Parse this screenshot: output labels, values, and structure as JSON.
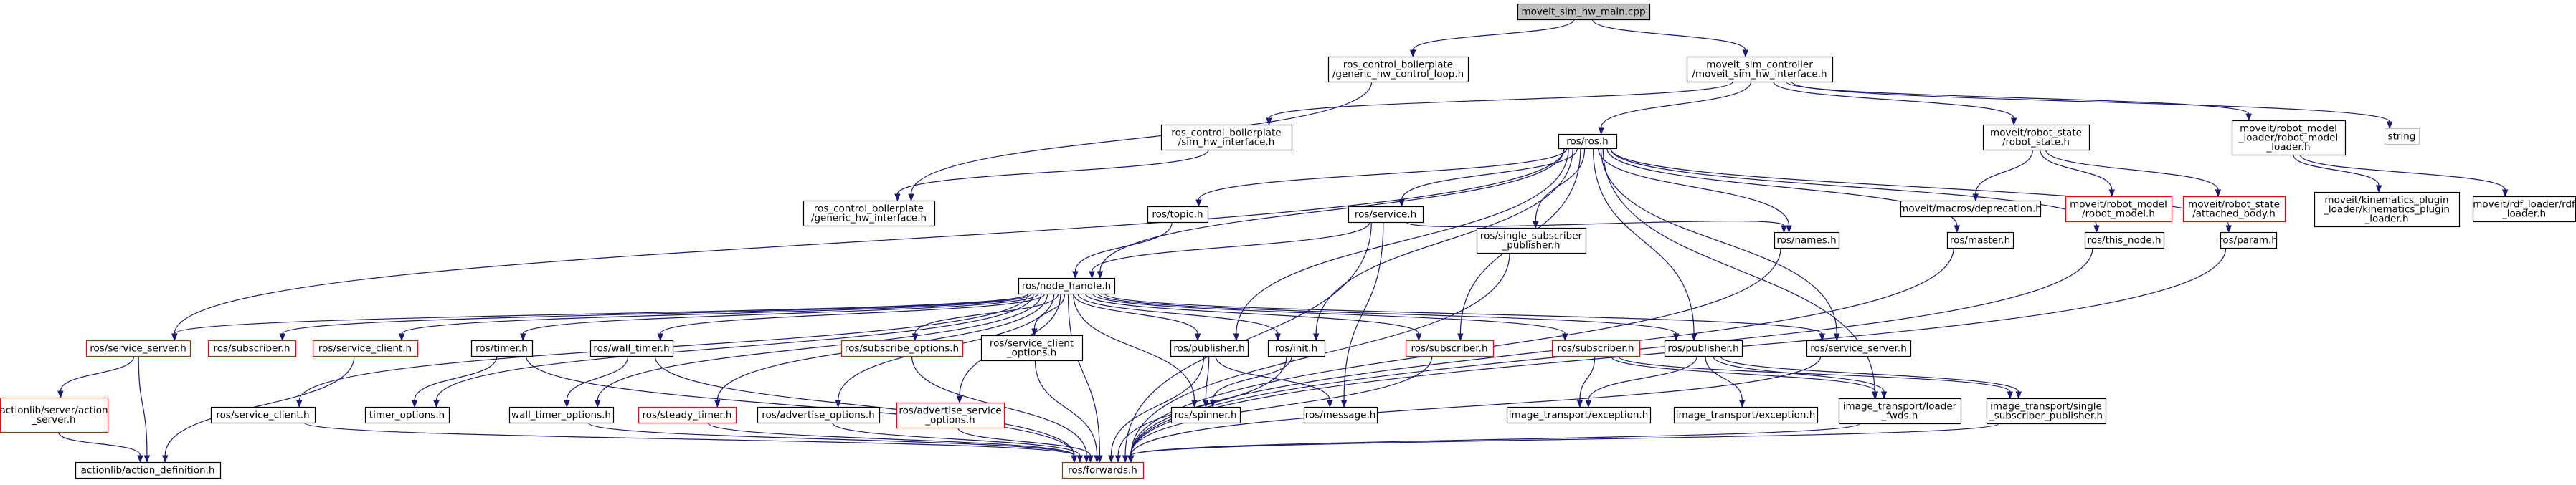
{
  "colors": {
    "edge": "#191970",
    "root_fill": "#bfbfbf",
    "root_border": "#000000",
    "normal_border": "#000000",
    "missing_border": "#ff0000",
    "external_border": "#bfbfbf",
    "node_fill": "#ffffff"
  },
  "nodes": [
    {
      "id": "main",
      "lines": [
        "moveit_sim_hw_main.cpp"
      ],
      "kind": "root"
    },
    {
      "id": "gcl",
      "lines": [
        "ros_control_boilerplate",
        "/generic_hw_control_loop.h"
      ],
      "kind": "normal"
    },
    {
      "id": "mshi",
      "lines": [
        "moveit_sim_controller",
        "/moveit_sim_hw_interface.h"
      ],
      "kind": "normal"
    },
    {
      "id": "shi",
      "lines": [
        "ros_control_boilerplate",
        "/sim_hw_interface.h"
      ],
      "kind": "normal"
    },
    {
      "id": "ghi",
      "lines": [
        "ros_control_boilerplate",
        "/generic_hw_interface.h"
      ],
      "kind": "normal"
    },
    {
      "id": "ros",
      "lines": [
        "ros/ros.h"
      ],
      "kind": "normal"
    },
    {
      "id": "rstate",
      "lines": [
        "moveit/robot_state",
        "/robot_state.h"
      ],
      "kind": "normal"
    },
    {
      "id": "rml",
      "lines": [
        "moveit/robot_model",
        "_loader/robot_model",
        "_loader.h"
      ],
      "kind": "normal"
    },
    {
      "id": "string",
      "lines": [
        "string"
      ],
      "kind": "external"
    },
    {
      "id": "deprec",
      "lines": [
        "moveit/macros/deprecation.h"
      ],
      "kind": "normal"
    },
    {
      "id": "rmodel",
      "lines": [
        "moveit/robot_model",
        "/robot_model.h"
      ],
      "kind": "missing"
    },
    {
      "id": "attached",
      "lines": [
        "moveit/robot_state",
        "/attached_body.h"
      ],
      "kind": "missing"
    },
    {
      "id": "kinpl",
      "lines": [
        "moveit/kinematics_plugin",
        "_loader/kinematics_plugin",
        "_loader.h"
      ],
      "kind": "normal"
    },
    {
      "id": "rdfl",
      "lines": [
        "moveit/rdf_loader/rdf",
        "_loader.h"
      ],
      "kind": "normal"
    },
    {
      "id": "topic",
      "lines": [
        "ros/topic.h"
      ],
      "kind": "normal"
    },
    {
      "id": "service",
      "lines": [
        "ros/service.h"
      ],
      "kind": "normal"
    },
    {
      "id": "ssp",
      "lines": [
        "ros/single_subscriber",
        "_publisher.h"
      ],
      "kind": "normal"
    },
    {
      "id": "names",
      "lines": [
        "ros/names.h"
      ],
      "kind": "normal"
    },
    {
      "id": "master",
      "lines": [
        "ros/master.h"
      ],
      "kind": "normal"
    },
    {
      "id": "thisnode",
      "lines": [
        "ros/this_node.h"
      ],
      "kind": "normal"
    },
    {
      "id": "param",
      "lines": [
        "ros/param.h"
      ],
      "kind": "normal"
    },
    {
      "id": "nh",
      "lines": [
        "ros/node_handle.h"
      ],
      "kind": "normal"
    },
    {
      "id": "sserver1",
      "lines": [
        "ros/service_server.h"
      ],
      "kind": "missing"
    },
    {
      "id": "subscr1",
      "lines": [
        "ros/subscriber.h"
      ],
      "kind": "missing"
    },
    {
      "id": "sclient1",
      "lines": [
        "ros/service_client.h"
      ],
      "kind": "missing"
    },
    {
      "id": "timer",
      "lines": [
        "ros/timer.h"
      ],
      "kind": "normal"
    },
    {
      "id": "walltimer",
      "lines": [
        "ros/wall_timer.h"
      ],
      "kind": "normal"
    },
    {
      "id": "subopts",
      "lines": [
        "ros/subscribe_options.h"
      ],
      "kind": "missing"
    },
    {
      "id": "scopts",
      "lines": [
        "ros/service_client",
        "_options.h"
      ],
      "kind": "normal"
    },
    {
      "id": "pub1",
      "lines": [
        "ros/publisher.h"
      ],
      "kind": "normal"
    },
    {
      "id": "init",
      "lines": [
        "ros/init.h"
      ],
      "kind": "normal"
    },
    {
      "id": "subscr2",
      "lines": [
        "ros/subscriber.h"
      ],
      "kind": "missing"
    },
    {
      "id": "subscr3",
      "lines": [
        "ros/subscriber.h"
      ],
      "kind": "missing"
    },
    {
      "id": "pub2",
      "lines": [
        "ros/publisher.h"
      ],
      "kind": "normal"
    },
    {
      "id": "sserver2",
      "lines": [
        "ros/service_server.h"
      ],
      "kind": "normal"
    },
    {
      "id": "alserver",
      "lines": [
        "actionlib/server/action",
        "_server.h"
      ],
      "kind": "missing"
    },
    {
      "id": "sclient2",
      "lines": [
        "ros/service_client.h"
      ],
      "kind": "normal"
    },
    {
      "id": "timeropts",
      "lines": [
        "timer_options.h"
      ],
      "kind": "normal"
    },
    {
      "id": "wtopts",
      "lines": [
        "wall_timer_options.h"
      ],
      "kind": "normal"
    },
    {
      "id": "steady",
      "lines": [
        "ros/steady_timer.h"
      ],
      "kind": "missing"
    },
    {
      "id": "advopts",
      "lines": [
        "ros/advertise_options.h"
      ],
      "kind": "normal"
    },
    {
      "id": "advsopts",
      "lines": [
        "ros/advertise_service",
        "_options.h"
      ],
      "kind": "missing"
    },
    {
      "id": "spinner",
      "lines": [
        "ros/spinner.h"
      ],
      "kind": "normal"
    },
    {
      "id": "message",
      "lines": [
        "ros/message.h"
      ],
      "kind": "normal"
    },
    {
      "id": "itexc1",
      "lines": [
        "image_transport/exception.h"
      ],
      "kind": "normal"
    },
    {
      "id": "itexc2",
      "lines": [
        "image_transport/exception.h"
      ],
      "kind": "normal"
    },
    {
      "id": "itloader",
      "lines": [
        "image_transport/loader",
        "_fwds.h"
      ],
      "kind": "normal"
    },
    {
      "id": "itssp",
      "lines": [
        "image_transport/single",
        "_subscriber_publisher.h"
      ],
      "kind": "normal"
    },
    {
      "id": "aldef",
      "lines": [
        "actionlib/action_definition.h"
      ],
      "kind": "normal"
    },
    {
      "id": "forwards",
      "lines": [
        "ros/forwards.h"
      ],
      "kind": "missing"
    }
  ],
  "edges": [
    [
      "main",
      "gcl"
    ],
    [
      "main",
      "mshi"
    ],
    [
      "gcl",
      "ghi"
    ],
    [
      "mshi",
      "shi"
    ],
    [
      "mshi",
      "ros"
    ],
    [
      "mshi",
      "rstate"
    ],
    [
      "mshi",
      "rml"
    ],
    [
      "mshi",
      "string"
    ],
    [
      "shi",
      "ghi"
    ],
    [
      "rstate",
      "deprec"
    ],
    [
      "rstate",
      "rmodel"
    ],
    [
      "rstate",
      "attached"
    ],
    [
      "rml",
      "kinpl"
    ],
    [
      "rml",
      "rdfl"
    ],
    [
      "ros",
      "topic"
    ],
    [
      "ros",
      "service"
    ],
    [
      "ros",
      "ssp"
    ],
    [
      "ros",
      "names"
    ],
    [
      "ros",
      "master"
    ],
    [
      "ros",
      "thisnode"
    ],
    [
      "ros",
      "param"
    ],
    [
      "ros",
      "nh"
    ],
    [
      "ros",
      "sserver1"
    ],
    [
      "ros",
      "subscr2"
    ],
    [
      "ros",
      "init"
    ],
    [
      "ros",
      "pub2"
    ],
    [
      "ros",
      "sserver2"
    ],
    [
      "ros",
      "itloader"
    ],
    [
      "ros",
      "pub1"
    ],
    [
      "topic",
      "nh"
    ],
    [
      "service",
      "nh"
    ],
    [
      "service",
      "names"
    ],
    [
      "service",
      "message"
    ],
    [
      "service",
      "forwards"
    ],
    [
      "ssp",
      "forwards"
    ],
    [
      "names",
      "forwards"
    ],
    [
      "master",
      "forwards"
    ],
    [
      "thisnode",
      "forwards"
    ],
    [
      "param",
      "forwards"
    ],
    [
      "nh",
      "sserver1"
    ],
    [
      "nh",
      "subscr1"
    ],
    [
      "nh",
      "sclient1"
    ],
    [
      "nh",
      "timer"
    ],
    [
      "nh",
      "walltimer"
    ],
    [
      "nh",
      "subopts"
    ],
    [
      "nh",
      "scopts"
    ],
    [
      "nh",
      "pub1"
    ],
    [
      "nh",
      "init"
    ],
    [
      "nh",
      "subscr2"
    ],
    [
      "nh",
      "subscr3"
    ],
    [
      "nh",
      "pub2"
    ],
    [
      "nh",
      "sserver2"
    ],
    [
      "nh",
      "sclient2"
    ],
    [
      "nh",
      "timeropts"
    ],
    [
      "nh",
      "wtopts"
    ],
    [
      "nh",
      "steady"
    ],
    [
      "nh",
      "advopts"
    ],
    [
      "nh",
      "advsopts"
    ],
    [
      "nh",
      "spinner"
    ],
    [
      "nh",
      "forwards"
    ],
    [
      "sserver1",
      "alserver"
    ],
    [
      "sserver1",
      "aldef"
    ],
    [
      "sclient1",
      "aldef"
    ],
    [
      "alserver",
      "aldef"
    ],
    [
      "timer",
      "timeropts"
    ],
    [
      "timer",
      "forwards"
    ],
    [
      "walltimer",
      "wtopts"
    ],
    [
      "walltimer",
      "forwards"
    ],
    [
      "subopts",
      "forwards"
    ],
    [
      "scopts",
      "forwards"
    ],
    [
      "pub1",
      "spinner"
    ],
    [
      "pub1",
      "message"
    ],
    [
      "pub1",
      "forwards"
    ],
    [
      "init",
      "spinner"
    ],
    [
      "init",
      "forwards"
    ],
    [
      "subscr2",
      "forwards"
    ],
    [
      "subscr3",
      "itexc1"
    ],
    [
      "subscr3",
      "itloader"
    ],
    [
      "subscr3",
      "itssp"
    ],
    [
      "pub2",
      "itexc1"
    ],
    [
      "pub2",
      "itexc2"
    ],
    [
      "pub2",
      "itloader"
    ],
    [
      "pub2",
      "itssp"
    ],
    [
      "sserver2",
      "forwards"
    ],
    [
      "sclient2",
      "forwards"
    ],
    [
      "wtopts",
      "forwards"
    ],
    [
      "steady",
      "forwards"
    ],
    [
      "advopts",
      "forwards"
    ],
    [
      "advsopts",
      "forwards"
    ],
    [
      "itloader",
      "forwards"
    ],
    [
      "itssp",
      "forwards"
    ]
  ]
}
